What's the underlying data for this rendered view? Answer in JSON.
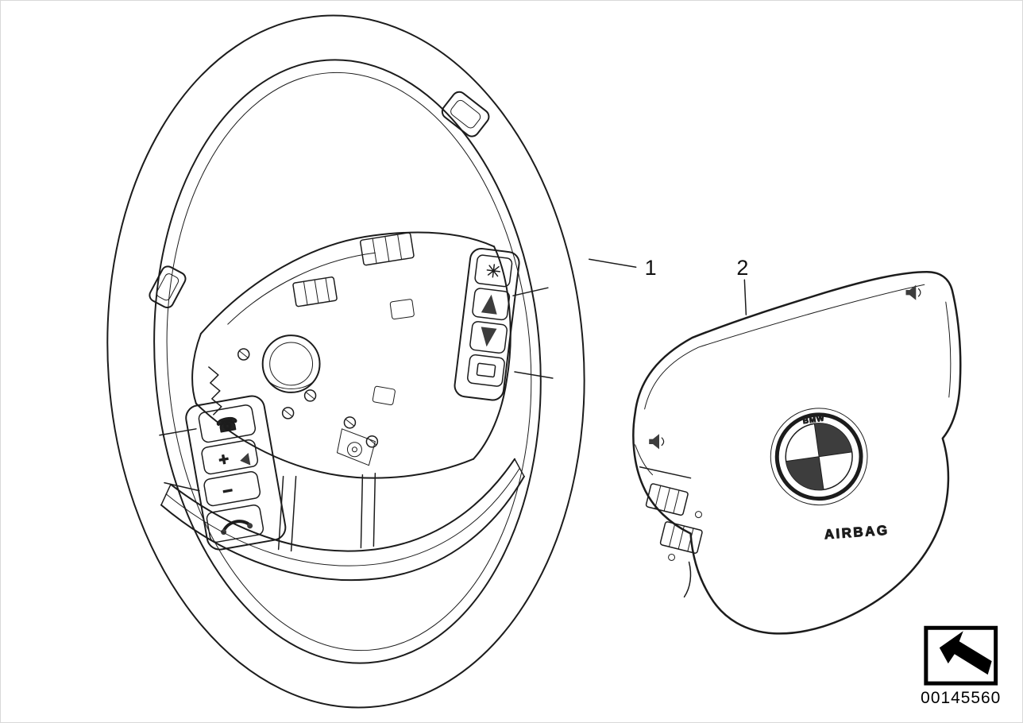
{
  "diagram": {
    "callouts": [
      {
        "label": "1"
      },
      {
        "label": "2"
      }
    ],
    "airbag": {
      "brand_text": "BMW",
      "cover_text": "AIRBAG"
    },
    "buttons": {
      "phone_glyph": "☎",
      "volume_up_glyph": "+",
      "volume_down_glyph": "−"
    },
    "part_number": "00145560",
    "colors": {
      "line": "#1c1c1c",
      "background": "#ffffff"
    }
  }
}
